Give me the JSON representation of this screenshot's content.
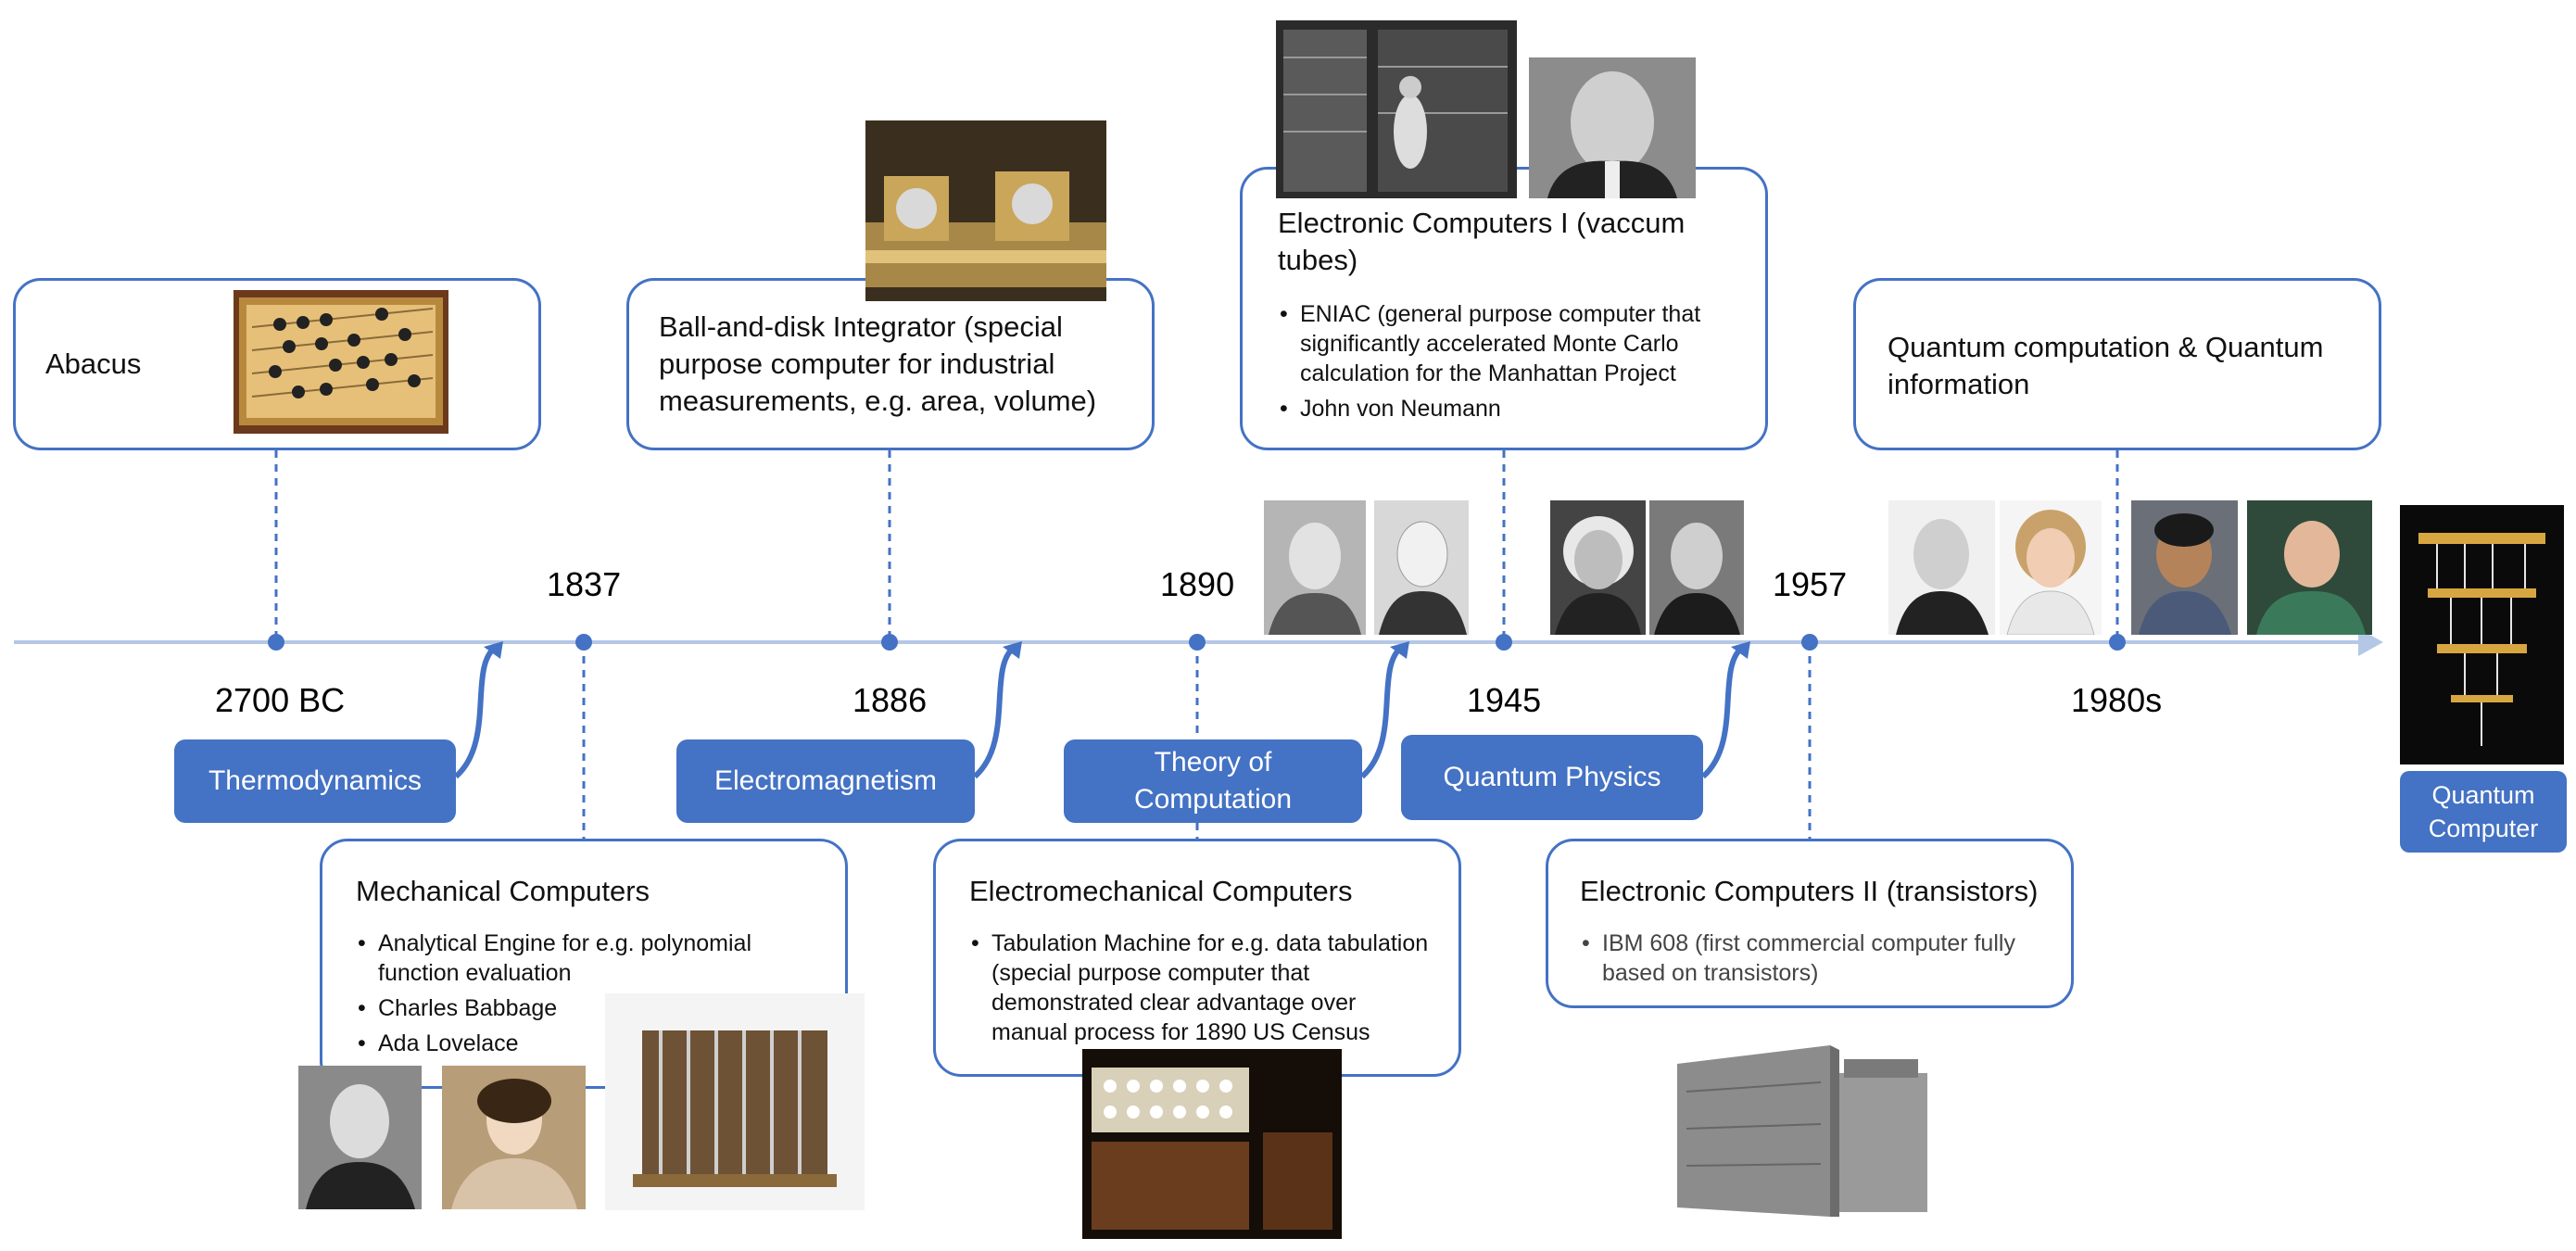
{
  "colors": {
    "accent": "#4472c4",
    "axis": "#b4c7e7",
    "text": "#111111"
  },
  "years": {
    "y2700bc": "2700 BC",
    "y1837": "1837",
    "y1886": "1886",
    "y1890": "1890",
    "y1945": "1945",
    "y1957": "1957",
    "y1980s": "1980s"
  },
  "fields": {
    "thermodynamics": "Thermodynamics",
    "electromagnetism": "Electromagnetism",
    "theory_of_computation": "Theory of Computation",
    "quantum_physics": "Quantum Physics",
    "quantum_computer": "Quantum Computer"
  },
  "events": {
    "abacus": {
      "title": "Abacus"
    },
    "integrator": {
      "title": "Ball-and-disk Integrator (special purpose computer for industrial measurements, e.g. area, volume)"
    },
    "electronic1": {
      "title": "Electronic Computers I (vaccum tubes)",
      "bullets": [
        "ENIAC (general purpose computer that significantly accelerated Monte Carlo calculation for the Manhattan Project",
        "John von Neumann"
      ]
    },
    "quantum_info": {
      "title": "Quantum computation & Quantum information"
    },
    "mechanical": {
      "title": "Mechanical Computers",
      "bullets": [
        "Analytical Engine for e.g. polynomial function evaluation",
        "Charles Babbage",
        "Ada Lovelace"
      ]
    },
    "electromechanical": {
      "title": "Electromechanical Computers",
      "bullets": [
        "Tabulation Machine for e.g. data tabulation (special purpose computer that demonstrated clear advantage over manual process for 1890 US Census"
      ]
    },
    "electronic2": {
      "title": "Electronic Computers II (transistors)",
      "bullets": [
        "IBM 608 (first commercial computer fully based on transistors)"
      ]
    }
  },
  "images": [
    "abacus-photo",
    "ball-and-disk-integrator-photo",
    "eniac-photo",
    "von-neumann-photo",
    "turing-photo",
    "church-photo",
    "einstein-photo",
    "bohr-photo",
    "feynman-photo",
    "deutsch-photo",
    "shor-photo",
    "grover-photo",
    "quantum-computer-photo",
    "babbage-photo",
    "lovelace-photo",
    "analytical-engine-photo",
    "tabulating-machine-photo",
    "ibm-608-photo"
  ]
}
